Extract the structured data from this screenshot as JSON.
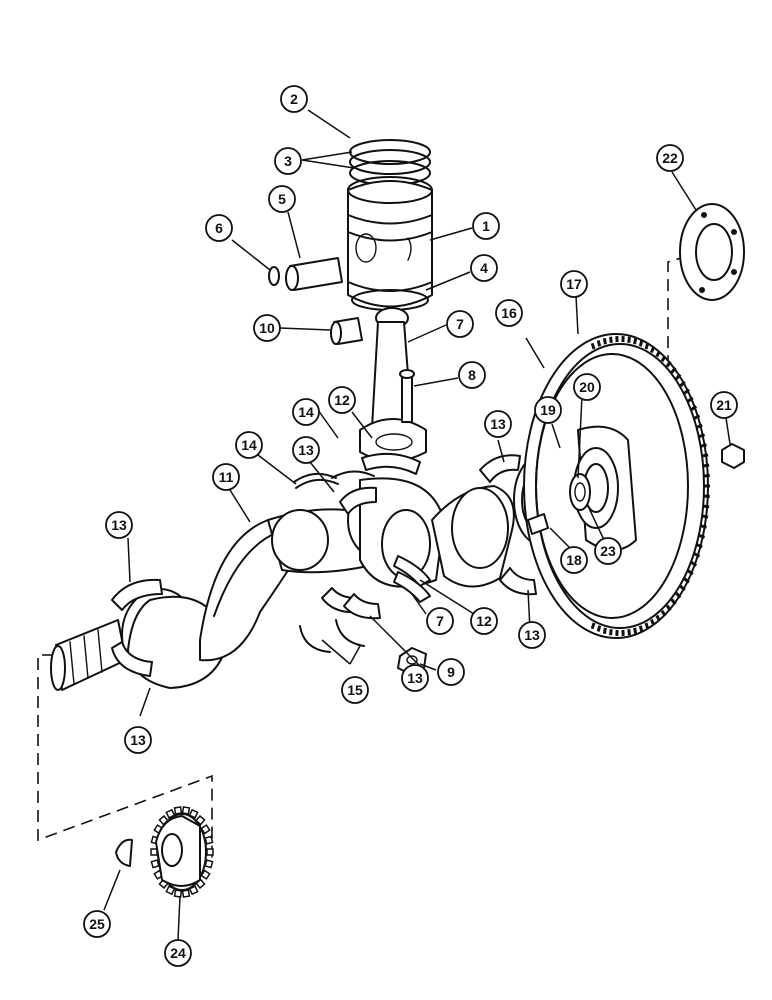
{
  "diagram": {
    "callouts": [
      {
        "id": "c1",
        "label": "1"
      },
      {
        "id": "c2",
        "label": "2"
      },
      {
        "id": "c3",
        "label": "3"
      },
      {
        "id": "c4",
        "label": "4"
      },
      {
        "id": "c5",
        "label": "5"
      },
      {
        "id": "c6",
        "label": "6"
      },
      {
        "id": "c7a",
        "label": "7"
      },
      {
        "id": "c7b",
        "label": "7"
      },
      {
        "id": "c8",
        "label": "8"
      },
      {
        "id": "c9",
        "label": "9"
      },
      {
        "id": "c10",
        "label": "10"
      },
      {
        "id": "c11",
        "label": "11"
      },
      {
        "id": "c12a",
        "label": "12"
      },
      {
        "id": "c12b",
        "label": "12"
      },
      {
        "id": "c13a",
        "label": "13"
      },
      {
        "id": "c13b",
        "label": "13"
      },
      {
        "id": "c13c",
        "label": "13"
      },
      {
        "id": "c13d",
        "label": "13"
      },
      {
        "id": "c13e",
        "label": "13"
      },
      {
        "id": "c13f",
        "label": "13"
      },
      {
        "id": "c13g",
        "label": "13"
      },
      {
        "id": "c14a",
        "label": "14"
      },
      {
        "id": "c14b",
        "label": "14"
      },
      {
        "id": "c15",
        "label": "15"
      },
      {
        "id": "c16",
        "label": "16"
      },
      {
        "id": "c17",
        "label": "17"
      },
      {
        "id": "c18",
        "label": "18"
      },
      {
        "id": "c19",
        "label": "19"
      },
      {
        "id": "c20",
        "label": "20"
      },
      {
        "id": "c21",
        "label": "21"
      },
      {
        "id": "c22",
        "label": "22"
      },
      {
        "id": "c23",
        "label": "23"
      },
      {
        "id": "c24",
        "label": "24"
      },
      {
        "id": "c25",
        "label": "25"
      }
    ]
  }
}
